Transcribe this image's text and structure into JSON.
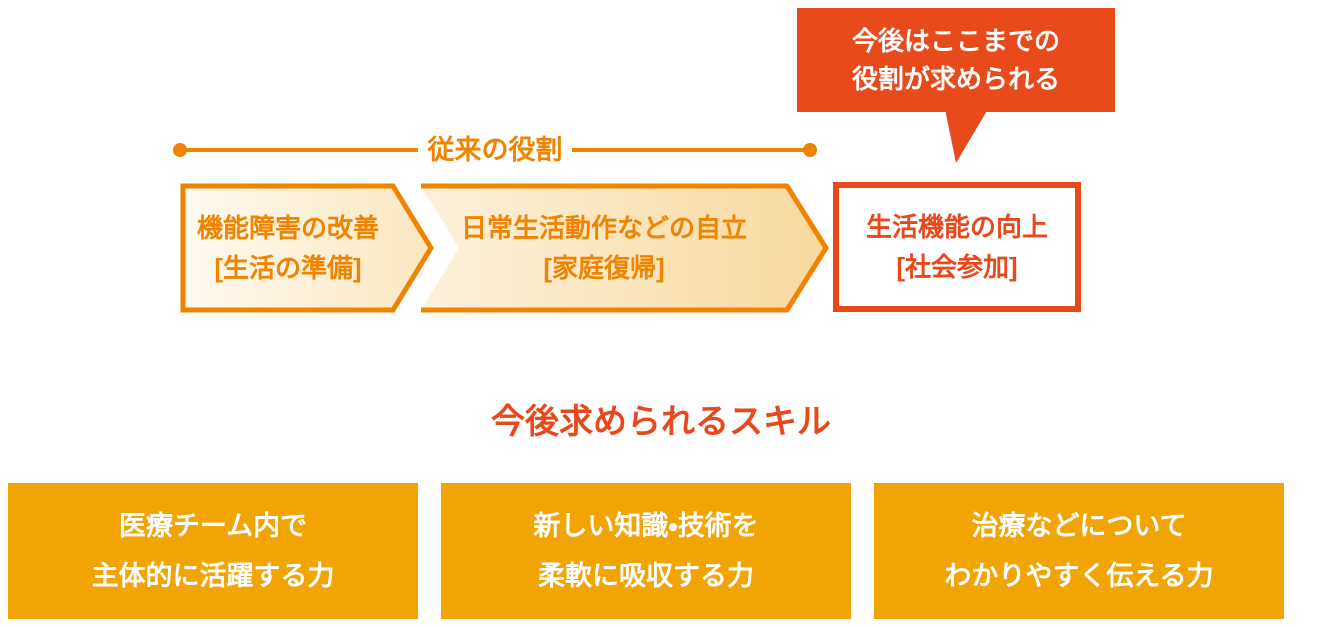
{
  "colors": {
    "orange": "#F08300",
    "red_orange": "#E8481C",
    "callout_bg": "#E94A1B",
    "skill_box_bg": "#F2A403",
    "stage_fill_start": "#FEF9F0",
    "stage_fill_end": "#F8D99E",
    "text_on_dark": "#FFFFFF"
  },
  "callout": {
    "line1": "今後はここまでの",
    "line2": "役割が求められる"
  },
  "timeline": {
    "label": "従来の役割"
  },
  "stages": [
    {
      "title": "機能障害の改善",
      "subtitle": "[生活の準備]"
    },
    {
      "title": "日常生活動作などの自立",
      "subtitle": "[家庭復帰]"
    },
    {
      "title": "生活機能の向上",
      "subtitle": "[社会参加]"
    }
  ],
  "skills": {
    "heading": "今後求められるスキル",
    "items": [
      {
        "line1": "医療チーム内で",
        "line2": "主体的に活躍する力"
      },
      {
        "line1": "新しい知識・技術を",
        "line2": "柔軟に吸収する力"
      },
      {
        "line1": "治療などについて",
        "line2": "わかりやすく伝える力"
      }
    ]
  }
}
